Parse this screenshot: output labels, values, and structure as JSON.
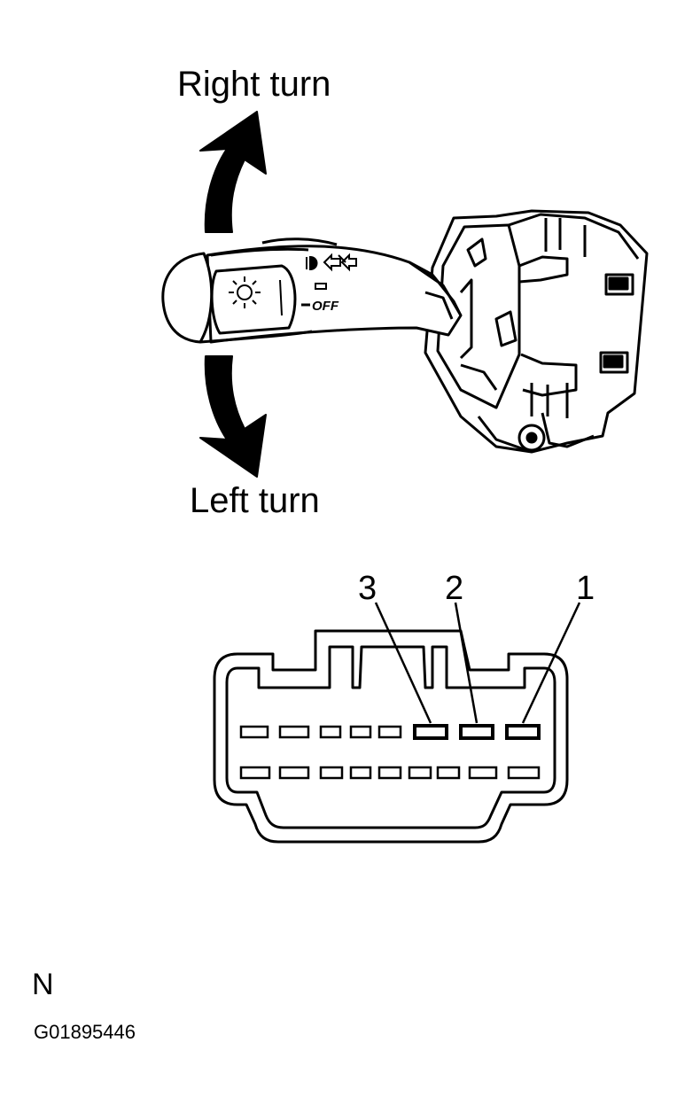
{
  "labels": {
    "right_turn": "Right turn",
    "left_turn": "Left turn",
    "lever_off": "OFF"
  },
  "connector": {
    "pins": [
      {
        "number": "1"
      },
      {
        "number": "2"
      },
      {
        "number": "3"
      }
    ],
    "top_row_cavities": 8,
    "bottom_row_cavities": 9,
    "highlighted_top_cavities": [
      6,
      7,
      8
    ]
  },
  "footer": {
    "view_code": "N",
    "figure_id": "G01895446"
  },
  "colors": {
    "line": "#000000",
    "background": "#ffffff"
  }
}
